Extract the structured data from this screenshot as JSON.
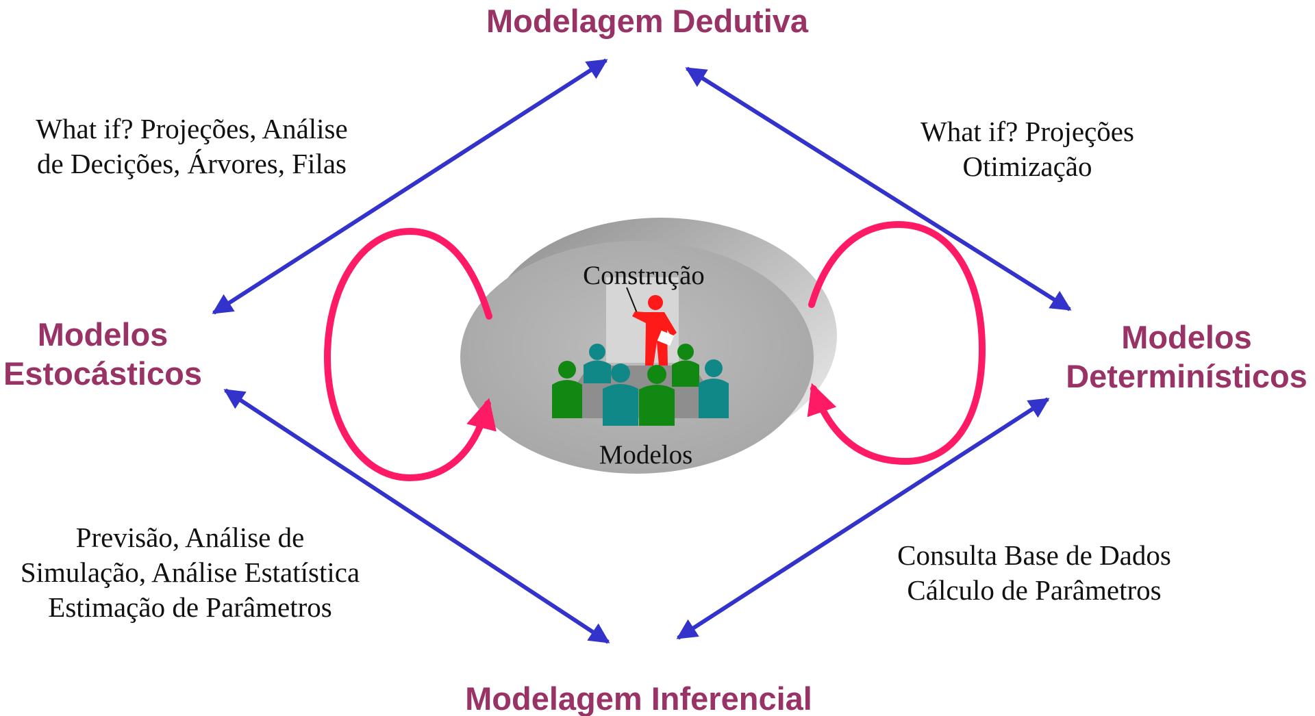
{
  "colors": {
    "title": "#993366",
    "arrow": "#3333cc",
    "loop": "#ff1a66",
    "ellipse": "#b3b3b3",
    "presenter": "#ff1a1a",
    "person_green": "#118811",
    "person_teal": "#118888"
  },
  "nodes": {
    "top": "Modelagem Dedutiva",
    "left_line1": "Modelos",
    "left_line2": "Estocásticos",
    "right_line1": "Modelos",
    "right_line2": "Determinísticos",
    "bottom": "Modelagem Inferencial"
  },
  "edges": {
    "top_left": [
      "What if? Projeções, Análise",
      "de Decições, Árvores, Filas"
    ],
    "top_right": [
      "What if? Projeções",
      "Otimização"
    ],
    "bottom_left": [
      "Previsão, Análise de",
      "Simulação, Análise Estatística",
      "Estimação de Parâmetros"
    ],
    "bottom_right": [
      "Consulta Base de Dados",
      "Cálculo de Parâmetros"
    ]
  },
  "center": {
    "top_label": "Construção",
    "bottom_label": "Modelos",
    "icon": "meeting-presentation-icon"
  }
}
